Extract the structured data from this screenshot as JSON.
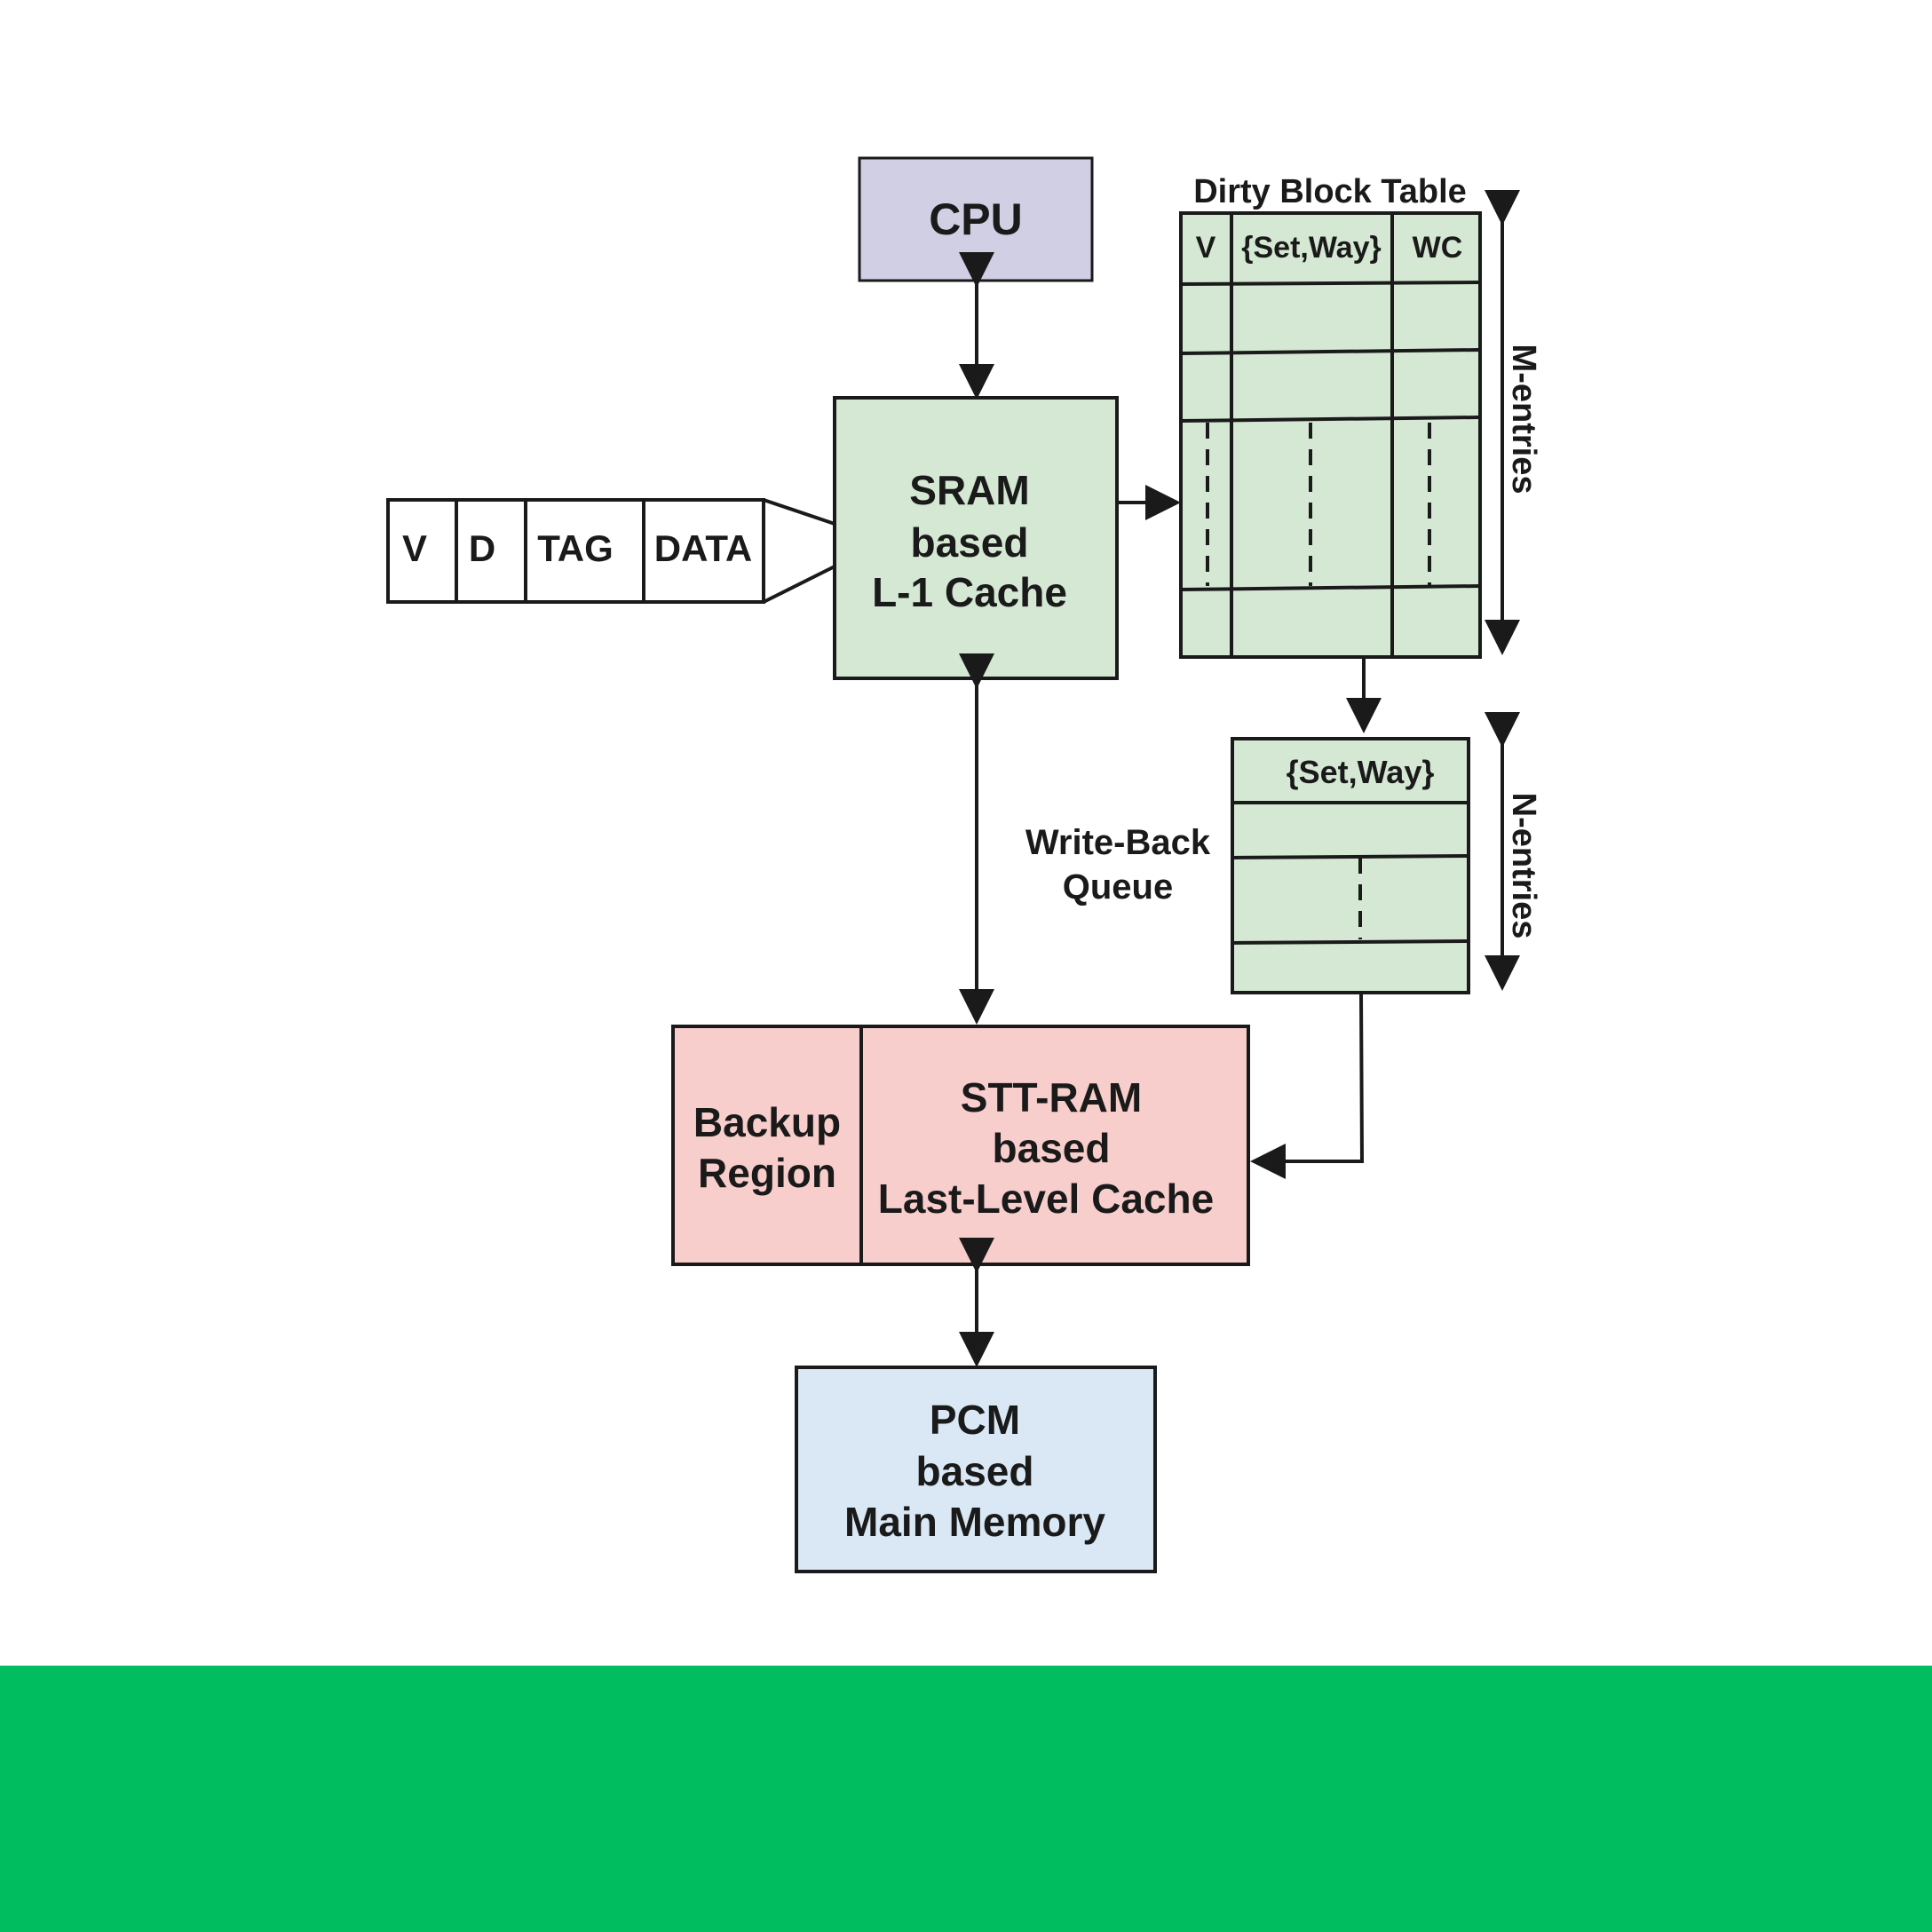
{
  "cpu": {
    "label": "CPU"
  },
  "l1": {
    "lines": [
      "SRAM",
      "based",
      "L-1 Cache"
    ]
  },
  "cache_line": {
    "fields": [
      "V",
      "D",
      "TAG",
      "DATA"
    ]
  },
  "dirty_block_table": {
    "title": "Dirty Block Table",
    "headers": [
      "V",
      "{Set,Way}",
      "WC"
    ],
    "size_label": "M-entries"
  },
  "write_back_queue": {
    "title_lines": [
      "Write-Back",
      "Queue"
    ],
    "header": "{Set,Way}",
    "size_label": "N-entries"
  },
  "llc": {
    "backup_lines": [
      "Backup",
      "Region"
    ],
    "lines": [
      "STT-RAM",
      "based",
      "Last-Level Cache"
    ]
  },
  "main_memory": {
    "lines": [
      "PCM",
      "based",
      "Main Memory"
    ]
  },
  "colors": {
    "cpu_fill": "#d0cfe4",
    "green_fill": "#d5e8d4",
    "red_fill": "#f8cecc",
    "blue_fill": "#dae8f5",
    "footer_band": "#00bd5f",
    "stroke": "#1a1a1a"
  }
}
